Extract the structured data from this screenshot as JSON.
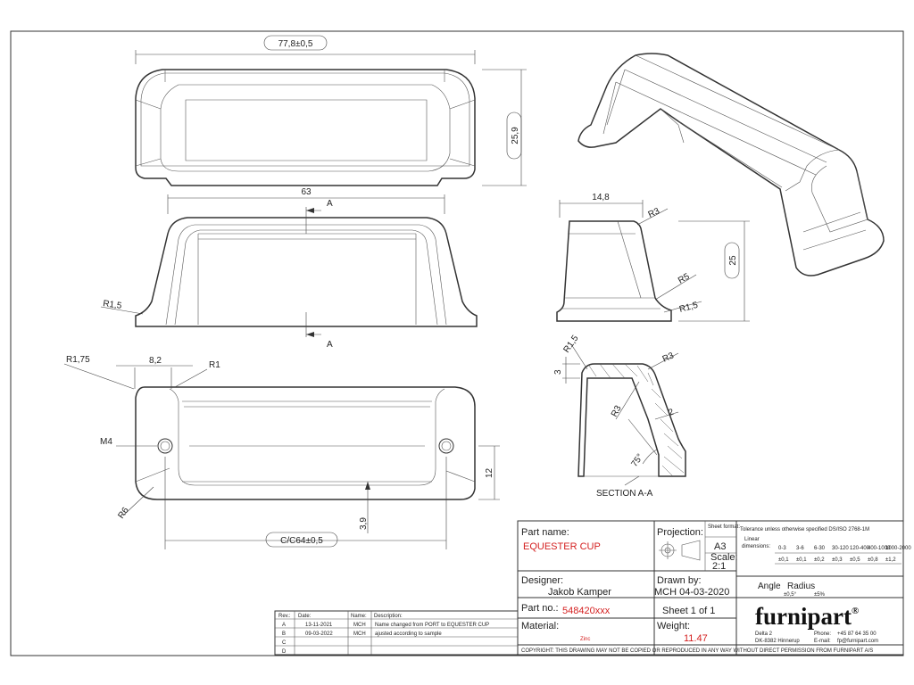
{
  "dimensions": {
    "top_width": "77,8±0,5",
    "top_height": "25,9",
    "front_width": "63",
    "section_marker": "A",
    "front_radius": "R1,5",
    "side_top_width": "14,8",
    "side_r_top": "R3",
    "side_height": "25",
    "side_r_mid": "R5",
    "side_r_bottom": "R1,5",
    "bottom_r_left": "R1,75",
    "bottom_slot": "8,2",
    "bottom_r_slot": "R1",
    "bottom_hole": "M4",
    "bottom_r_corner": "R6",
    "bottom_offset": "3,9",
    "bottom_height": "12",
    "bottom_center": "C/C64±0,5",
    "section_r_top": "R1,5",
    "section_thick_top": "3",
    "section_r_outer": "R3",
    "section_r_inner": "R3",
    "section_wall": "2",
    "section_angle": "75°",
    "section_label": "SECTION A-A"
  },
  "title_block": {
    "part_name_label": "Part name:",
    "part_name": "EQUESTER CUP",
    "projection_label": "Projection:",
    "sheet_format_label": "Sheet format:",
    "sheet_format": "A3",
    "scale_label": "Scale:",
    "scale": "2:1",
    "tolerance_title": "Tolerance unless otherwise specified DS/ISO 2768-1M",
    "linear_label": "Linear",
    "dimensions_label": "dimensions:",
    "ranges": [
      "0-3",
      "3-6",
      "6-30",
      "30-120",
      "120-400",
      "400-1000",
      "1000-2000"
    ],
    "tolerances": [
      "±0,1",
      "±0,1",
      "±0,2",
      "±0,3",
      "±0,5",
      "±0,8",
      "±1,2"
    ],
    "angle_label": "Angle",
    "radius_label": "Radius",
    "angle_value": "±0,5°",
    "radius_value": "±5%",
    "designer_label": "Designer:",
    "designer": "Jakob Kamper",
    "drawn_by_label": "Drawn by:",
    "drawn_by": "MCH 04-03-2020",
    "part_no_label": "Part no.:",
    "part_no": "548420xxx",
    "sheet_label": "Sheet 1 of 1",
    "material_label": "Material:",
    "material": "Zinc",
    "weight_label": "Weight:",
    "weight": "11.47",
    "brand": "furnipart",
    "brand_mark": "®",
    "address1": "Delta 2",
    "address2": "DK-8382 Hinnerup",
    "phone_label": "Phone:",
    "phone": "+45 87 64 35 00",
    "email_label": "E-mail:",
    "email": "fp@furnipart.com",
    "copyright": "COPYRIGHT: THIS DRAWING MAY NOT BE COPIED OR REPRODUCED IN ANY WAY WITHOUT DIRECT PERMISSION FROM FURNIPART A/S"
  },
  "revisions": {
    "headers": [
      "Rev.:",
      "Date:",
      "Name:",
      "Description:"
    ],
    "rows": [
      {
        "rev": "A",
        "date": "13-11-2021",
        "name": "MCH",
        "desc": "Name changed from PORT to EQUESTER CUP"
      },
      {
        "rev": "B",
        "date": "09-03-2022",
        "name": "MCH",
        "desc": "ajusted according to sample"
      },
      {
        "rev": "C",
        "date": "",
        "name": "",
        "desc": ""
      },
      {
        "rev": "D",
        "date": "",
        "name": "",
        "desc": ""
      }
    ]
  }
}
